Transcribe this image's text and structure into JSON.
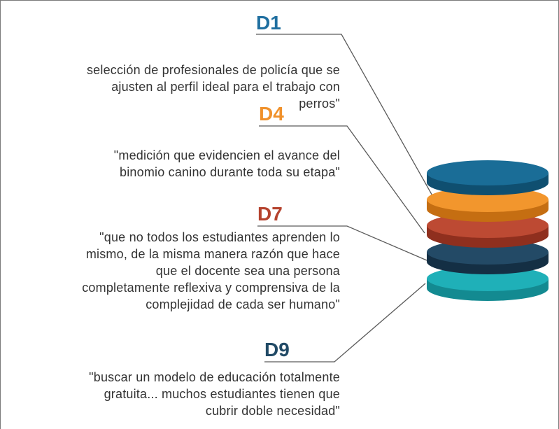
{
  "diagram": {
    "items": [
      {
        "code": "D1",
        "text": "selección de profesionales de policía que se\najusten al perfil ideal para el trabajo con\nperros\"",
        "color": "#1f6fa0"
      },
      {
        "code": "D4",
        "text": "\"medición que evidencien el avance del\nbinomio canino durante toda su etapa\"",
        "color": "#f0912b"
      },
      {
        "code": "D7",
        "text": "\"que no todos los estudiantes aprenden lo\nmismo, de la misma manera razón que hace\nque el docente sea una persona\ncompletamente reflexiva y comprensiva de la\ncomplejidad de cada ser humano\"",
        "color": "#b5432e"
      },
      {
        "code": "D9",
        "text": "\"buscar un modelo de educación totalmente\ngratuita... muchos estudiantes tienen que\ncubrir doble necesidad\"",
        "color": "#214a66"
      }
    ],
    "layers": [
      {
        "name": "layer-1",
        "color": "#1a6d97",
        "edge": "#0f4f70"
      },
      {
        "name": "layer-2",
        "color": "#f2962d",
        "edge": "#c56e12"
      },
      {
        "name": "layer-3",
        "color": "#bd4a33",
        "edge": "#8f2f1e"
      },
      {
        "name": "layer-4",
        "color": "#234a66",
        "edge": "#142f44"
      },
      {
        "name": "layer-5",
        "color": "#1fb0b8",
        "edge": "#138a91"
      }
    ]
  }
}
